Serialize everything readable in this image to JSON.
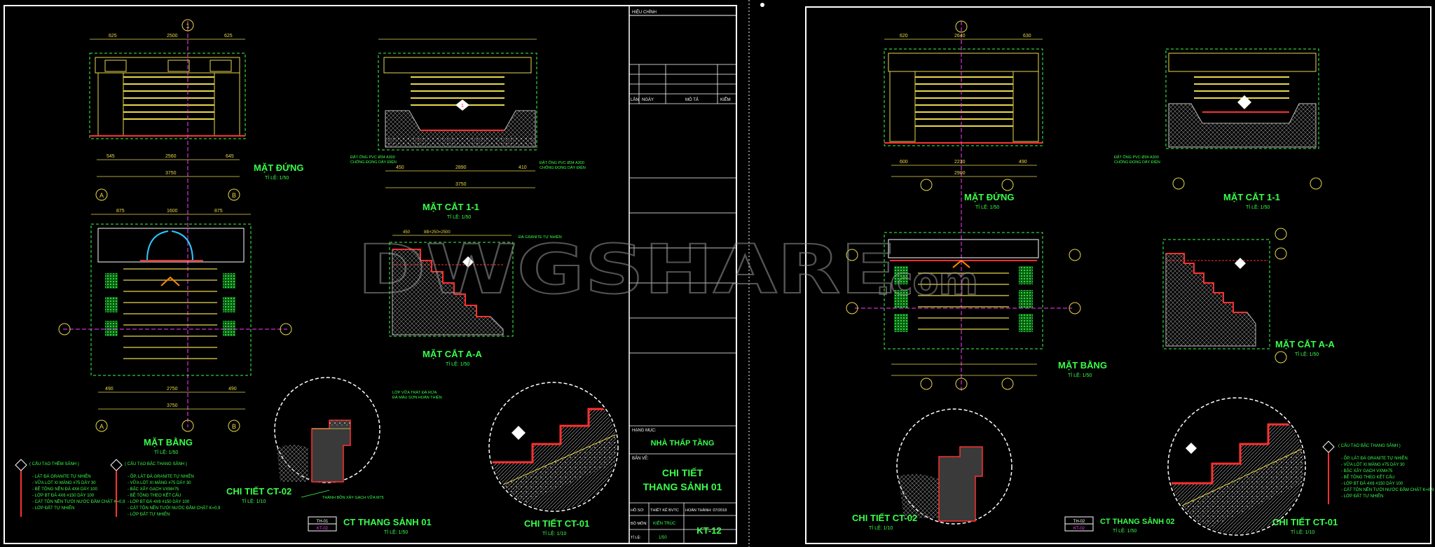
{
  "sheet1": {
    "views": {
      "elevation": {
        "title": "MẶT ĐỨNG",
        "scale": "TỈ LỆ: 1/50"
      },
      "section11": {
        "title": "MẶT CẮT 1-1",
        "scale": "TỈ LỆ: 1/50"
      },
      "sectionAA": {
        "title": "MẶT CẮT A-A",
        "scale": "TỈ LỆ: 1/50"
      },
      "plan": {
        "title": "MẶT BẰNG",
        "scale": "TỈ LỆ: 1/50"
      },
      "detail02": {
        "title": "CHI TIẾT CT-02",
        "scale": "TỈ LỆ: 1/10"
      },
      "detail01": {
        "title": "CHI TIẾT CT-01",
        "scale": "TỈ LỆ: 1/10"
      },
      "main": {
        "title": "CT THANG SẢNH 01",
        "scale": "TỈ LỆ: 1/50",
        "tag_top": "TH-01",
        "tag_bottom": "KT-02"
      }
    },
    "dims": {
      "top": [
        "625",
        "2500",
        "625"
      ],
      "bottom1": [
        "545",
        "2560",
        "645"
      ],
      "total": "3750",
      "sec_bottom": [
        "450",
        "2890",
        "410"
      ],
      "sec_total": "3750",
      "plan_top": [
        "875",
        "1600",
        "875"
      ],
      "plan_bottom": [
        "490",
        "2750",
        "490"
      ],
      "plan_total": "3750"
    },
    "axes": [
      "A",
      "B"
    ],
    "notes": {
      "pipe": "ĐẶT ỐNG PVC Ø34 A300\nCHỐNG ĐỌNG DÂY ĐIỆN",
      "ct_note1": "LỚP VỮA TRÁT ĐÁ RỬA\nĐÁ MÀU SƠN HOÀN THIỆN",
      "ct_note2": "THÀNH BỒN XÂY GẠCH VỮA M75",
      "stone": "ĐÁ GRANITE TỰ NHIÊN"
    },
    "legend1": {
      "title": "( CẤU TẠO THỀM SẢNH )",
      "items": [
        "- LÁT ĐÁ GRANITE TỰ NHIÊN",
        "- VỮA LÓT XI MĂNG #75 DÀY 30",
        "- BÊ TÔNG NỀN ĐÁ 4X6 DÀY 100",
        "- LỚP BT ĐÁ 4X6 #150 DÀY 100",
        "- CÁT TÔN NỀN TƯỚI NƯỚC ĐẦM CHẶT K=0,9",
        "- LỚP ĐẤT TỰ NHIÊN"
      ]
    },
    "legend2": {
      "title": "( CẤU TẠO BẬC THANG SẢNH )",
      "items": [
        "- ỐP, LÁT ĐÁ GRANITE TỰ NHIÊN",
        "- VỮA LÓT XI MĂNG #75 DÀY 30",
        "- BẬC XÂY GẠCH VXM#75",
        "- BÊ TÔNG THEO KẾT CẤU",
        "- LỚP BT ĐÁ 4X6 #150 DÀY 100",
        "- CÁT TÔN NỀN TƯỚI NƯỚC ĐẦM CHẶT K=0,9",
        "- LỚP ĐẤT TỰ NHIÊN"
      ]
    }
  },
  "titleblock": {
    "revision_header": "HIỆU CHỈNH",
    "rev_cols": [
      "LẦN",
      "NGÀY",
      "MÔ TẢ",
      "KIỂM"
    ],
    "project_label": "HẠNG MỤC:",
    "project": "NHÀ THẤP TẦNG",
    "drawing_label": "BẢN VẼ:",
    "drawing_title_1": "CHI TIẾT",
    "drawing_title_2": "THANG SẢNH 01",
    "row1_a": "HỒ SƠ:",
    "row1_b": "THIẾT KẾ BVTC",
    "row1_c": "HOÀN THÀNH: 07/2018",
    "row2_a": "BỘ MÔN:",
    "row2_b": "KIẾN TRÚC",
    "row3_a": "TỈ LỆ:",
    "row3_b": "1/50",
    "sheet_no": "KT-12"
  },
  "sheet2": {
    "views": {
      "elevation": {
        "title": "MẶT ĐỨNG",
        "scale": "TỈ LỆ: 1/50"
      },
      "section11": {
        "title": "MẶT CẮT 1-1",
        "scale": "TỈ LỆ: 1/50"
      },
      "sectionAA": {
        "title": "MẶT CẮT A-A",
        "scale": "TỈ LỆ: 1/50"
      },
      "plan": {
        "title": "MẶT BẰNG",
        "scale": "TỈ LỆ: 1/50"
      },
      "detail02": {
        "title": "CHI TIẾT CT-02",
        "scale": "TỈ LỆ: 1/10"
      },
      "detail01": {
        "title": "CHI TIẾT CT-01",
        "scale": "TỈ LỆ: 1/10"
      },
      "main": {
        "title": "CT THANG SẢNH 02",
        "scale": "TỈ LỆ: 1/50",
        "tag_top": "TH-02",
        "tag_bottom": "KT-02"
      }
    },
    "dims": {
      "top": [
        "620",
        "2640",
        "630"
      ],
      "bottom1": [
        "600",
        "2230",
        "490"
      ],
      "total": "2900"
    }
  },
  "watermark": {
    "main": "DWGSHARE",
    "suffix": ".com"
  },
  "colors": {
    "bg": "#000000",
    "frame": "#ffffff",
    "text": "#39ff4a",
    "dim": "#e8d84a",
    "cut": "#ff3030",
    "axis": "#ff3cff",
    "glass": "#2ec8ff"
  }
}
